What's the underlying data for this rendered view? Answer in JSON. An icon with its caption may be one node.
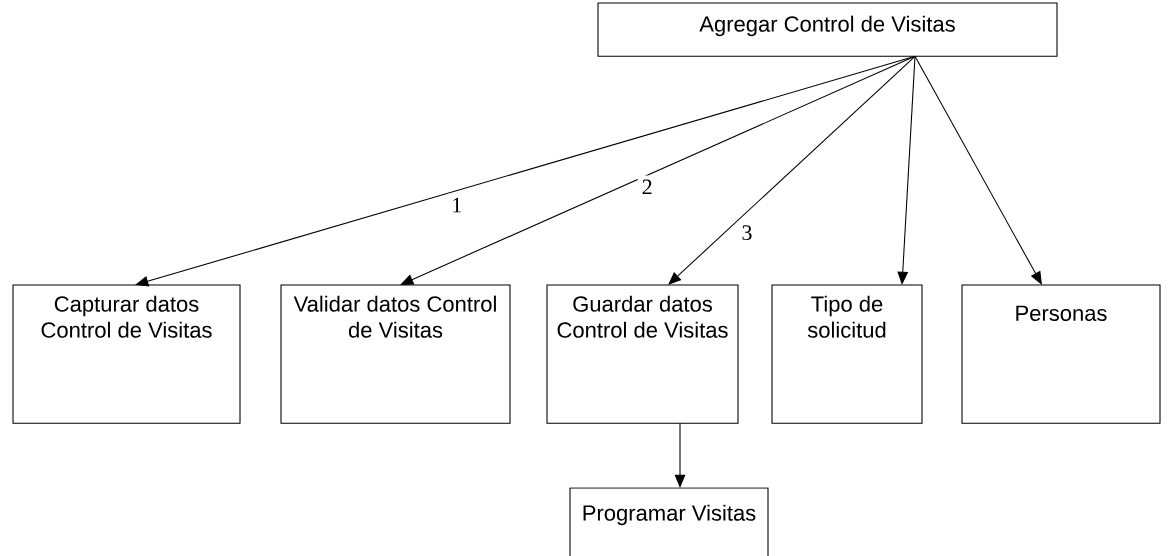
{
  "diagram": {
    "nodes": [
      {
        "text": [
          "Agregar Control de Visitas"
        ]
      },
      {
        "text": [
          "Capturar datos Control de Visitas"
        ]
      },
      {
        "text": [
          "Validar datos Control de Visitas"
        ]
      },
      {
        "text": [
          "Guardar datos Control de Visitas"
        ]
      },
      {
        "text": [
          "Tipo de solicitud"
        ]
      },
      {
        "text": [
          "Personas"
        ]
      },
      {
        "text": [
          "Programar Visitas"
        ]
      }
    ],
    "edges": [
      {
        "from": 0,
        "to": 1,
        "arrow": "to",
        "label": "1"
      },
      {
        "from": 0,
        "to": 2,
        "arrow": "to",
        "label": "2"
      },
      {
        "from": 0,
        "to": 3,
        "arrow": "to",
        "label": "3"
      },
      {
        "from": 0,
        "to": 4,
        "arrow": "to"
      },
      {
        "from": 0,
        "to": 5,
        "arrow": "to"
      },
      {
        "from": 3,
        "to": 6,
        "arrow": "to"
      }
    ]
  }
}
